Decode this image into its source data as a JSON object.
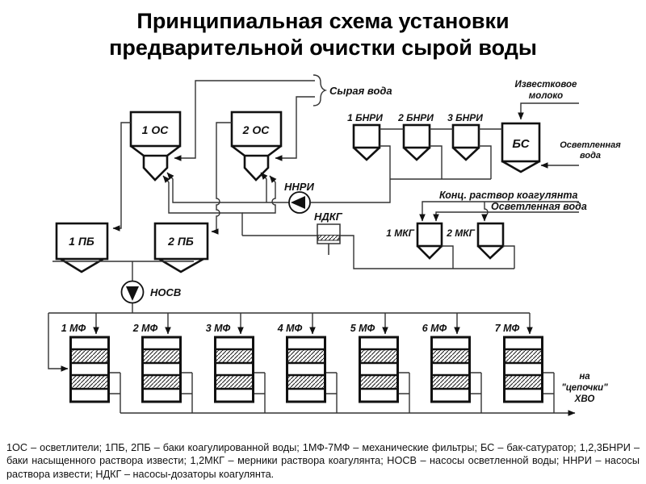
{
  "title": {
    "line1": "Принципиальная схема установки",
    "line2": "предварительной очистки сырой воды"
  },
  "labels": {
    "raw_water": "Сырая вода",
    "lime_milk_1": "Известковое",
    "lime_milk_2": "молоко",
    "clarified_water_bs_1": "Осветленная",
    "clarified_water_bs_2": "вода",
    "coagulant_line": "Конц. раствор коагулянта",
    "clarified_water_mkg": "Осветленная вода",
    "to_hvo_1": "на",
    "to_hvo_2": "\"цепочки\"",
    "to_hvo_3": "ХВО"
  },
  "equipment": {
    "os1": "1 ОС",
    "os2": "2 ОС",
    "pb1": "1 ПБ",
    "pb2": "2 ПБ",
    "bnri1": "1 БНРИ",
    "bnri2": "2 БНРИ",
    "bnri3": "3 БНРИ",
    "bs": "БС",
    "mkg1": "1 МКГ",
    "mkg2": "2 МКГ",
    "nnri": "ННРИ",
    "ndkg": "НДКГ",
    "nosv": "НОСВ",
    "mf": [
      "1 МФ",
      "2 МФ",
      "3 МФ",
      "4 МФ",
      "5 МФ",
      "6 МФ",
      "7 МФ"
    ]
  },
  "legend": "1ОС – осветлители; 1ПБ, 2ПБ – баки коагулированной воды; 1МФ-7МФ – механические фильтры; БС – бак-сатуратор; 1,2,3БНРИ – баки насыщенного раствора извести; 1,2МКГ – мерники раствора коагулянта; НОСВ – насосы осветленной воды; ННРИ – насосы раствора извести; НДКГ – насосы-дозаторы коагулянта.",
  "colors": {
    "ink": "#111111",
    "pipe": "#333333",
    "background": "#ffffff"
  }
}
